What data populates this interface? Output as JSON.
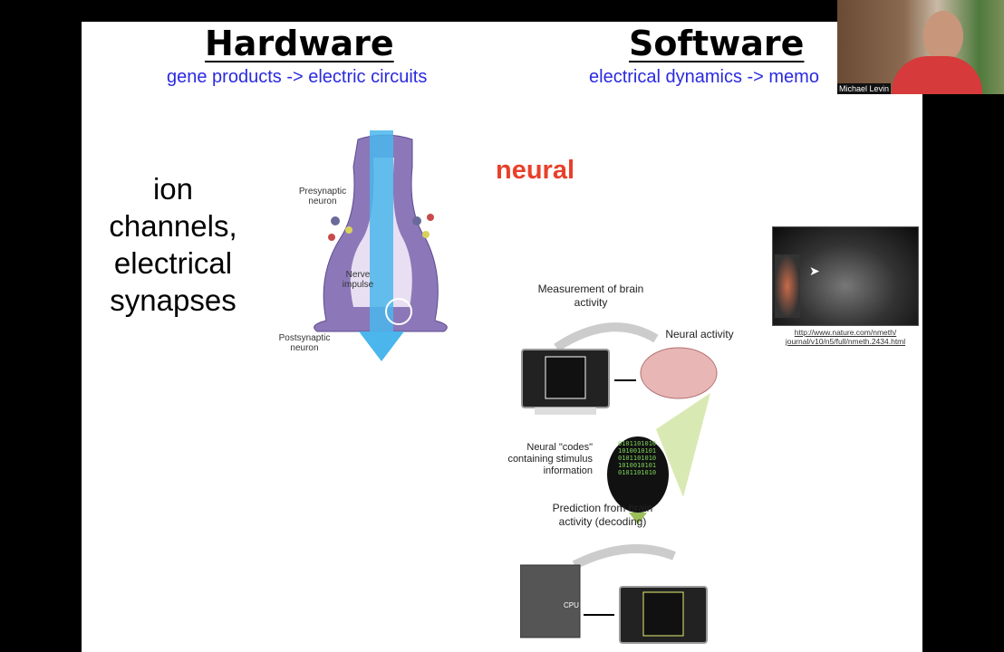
{
  "slide": {
    "hardware": {
      "title": "Hardware",
      "subtitle": "gene products -> electric circuits"
    },
    "software": {
      "title": "Software",
      "subtitle": "electrical dynamics -> memo"
    },
    "left_text": [
      "ion",
      "channels,",
      "electrical",
      "synapses"
    ],
    "neural_label": "neural",
    "synapse": {
      "presynaptic": "Presynaptic neuron",
      "nerve_impulse": "Nerve impulse",
      "postsynaptic": "Postsynaptic neuron"
    },
    "decoding": {
      "measurement": "Measurement of brain activity",
      "neural_activity": "Neural activity",
      "codes": "Neural \"codes\" containing stimulus information",
      "prediction": "Prediction from brain activity (decoding)",
      "cpu": "CPU",
      "binary": "0101101010\n1010010101\n0101101010\n1010010101\n0101101010"
    },
    "link": {
      "line1": "http://www.nature.com/nmeth/",
      "line2": "journal/v10/n5/full/nmeth.2434.html"
    }
  },
  "webcam": {
    "name": "Michael Levin"
  },
  "colors": {
    "subtitle": "#2a2adf",
    "neural": "#e8402a"
  }
}
